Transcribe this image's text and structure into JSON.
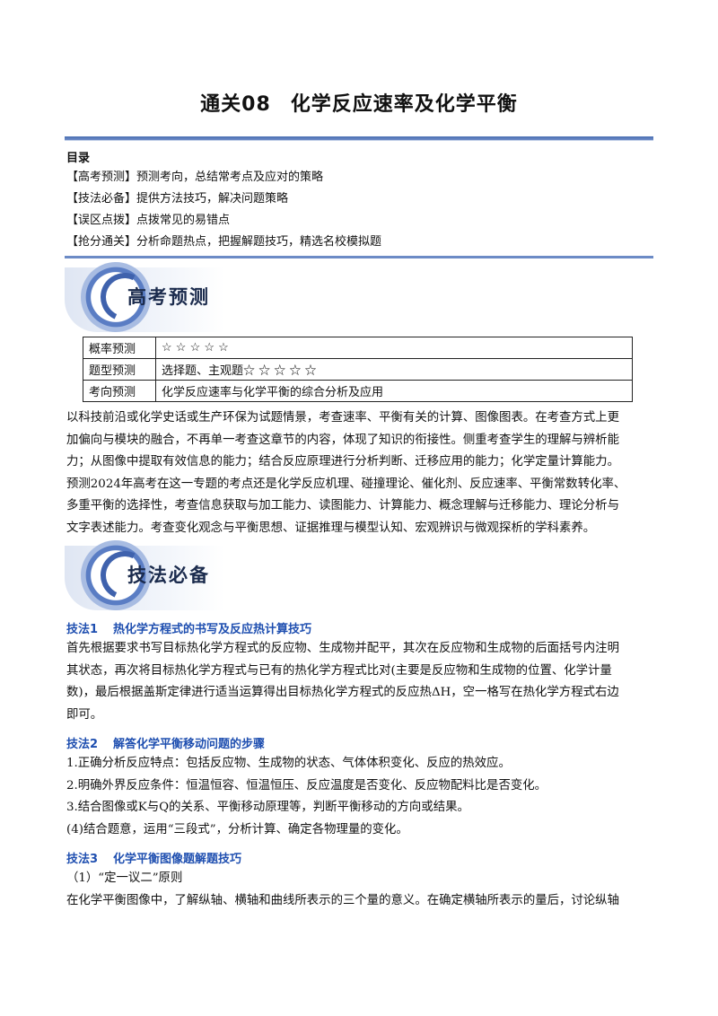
{
  "title": {
    "main": "通关08",
    "sub": "化学反应速率及化学平衡"
  },
  "toc": {
    "heading": "目录",
    "items": [
      "【高考预测】预测考向，总结常考点及应对的策略",
      "【技法必备】提供方法技巧，解决问题策略",
      "【误区点拨】点拨常见的易错点",
      "【抢分通关】分析命题热点，把握解题技巧，精选名校模拟题"
    ]
  },
  "sections": {
    "predict": "高考预测",
    "skills": "技法必备"
  },
  "info_table": {
    "rows": [
      {
        "key": "概率预测",
        "value": "☆ ☆ ☆ ☆ ☆"
      },
      {
        "key": "题型预测",
        "value": "选择题、主观题☆ ☆ ☆ ☆ ☆"
      },
      {
        "key": "考向预测",
        "value": "化学反应速率与化学平衡的综合分析及应用"
      }
    ]
  },
  "predict_text": [
    "以科技前沿或化学史话或生产环保为试题情景，考查速率、平衡有关的计算、图像图表。在考查方式上更",
    "加偏向与模块的融合，不再单一考查这章节的内容，体现了知识的衔接性。侧重考查学生的理解与辨析能",
    "力；从图像中提取有效信息的能力；结合反应原理进行分析判断、迁移应用的能力；化学定量计算能力。",
    "预测2024年高考在这一专题的考点还是化学反应机理、碰撞理论、催化剂、反应速率、平衡常数转化率、",
    "多重平衡的选择性，考查信息获取与加工能力、读图能力、计算能力、概念理解与迁移能力、理论分析与",
    "文字表述能力。考查变化观念与平衡思想、证据推理与模型认知、宏观辨识与微观探析的学科素养。"
  ],
  "skill1": {
    "num": "技法1",
    "title": "热化学方程式的书写及反应热计算技巧",
    "lines": [
      "首先根据要求书写目标热化学方程式的反应物、生成物并配平，其次在反应物和生成物的后面括号内注明",
      "其状态，再次将目标热化学方程式与已有的热化学方程式比对(主要是反应物和生成物的位置、化学计量",
      "数)，最后根据盖斯定律进行适当运算得出目标热化学方程式的反应热ΔH，空一格写在热化学方程式右边",
      "即可。"
    ]
  },
  "skill2": {
    "num": "技法2",
    "title": "解答化学平衡移动问题的步骤",
    "lines": [
      "1.正确分析反应特点：包括反应物、生成物的状态、气体体积变化、反应的热效应。",
      "2.明确外界反应条件：恒温恒容、恒温恒压、反应温度是否变化、反应物配料比是否变化。",
      "3.结合图像或K与Q的关系、平衡移动原理等，判断平衡移动的方向或结果。",
      "(4)结合题意，运用“三段式”，分析计算、确定各物理量的变化。"
    ]
  },
  "skill3": {
    "num": "技法3",
    "title": "化学平衡图像题解题技巧",
    "lines": [
      "（1）“定一议二”原则",
      "在化学平衡图像中，了解纵轴、横轴和曲线所表示的三个量的意义。在确定横轴所表示的量后，讨论纵轴"
    ]
  }
}
